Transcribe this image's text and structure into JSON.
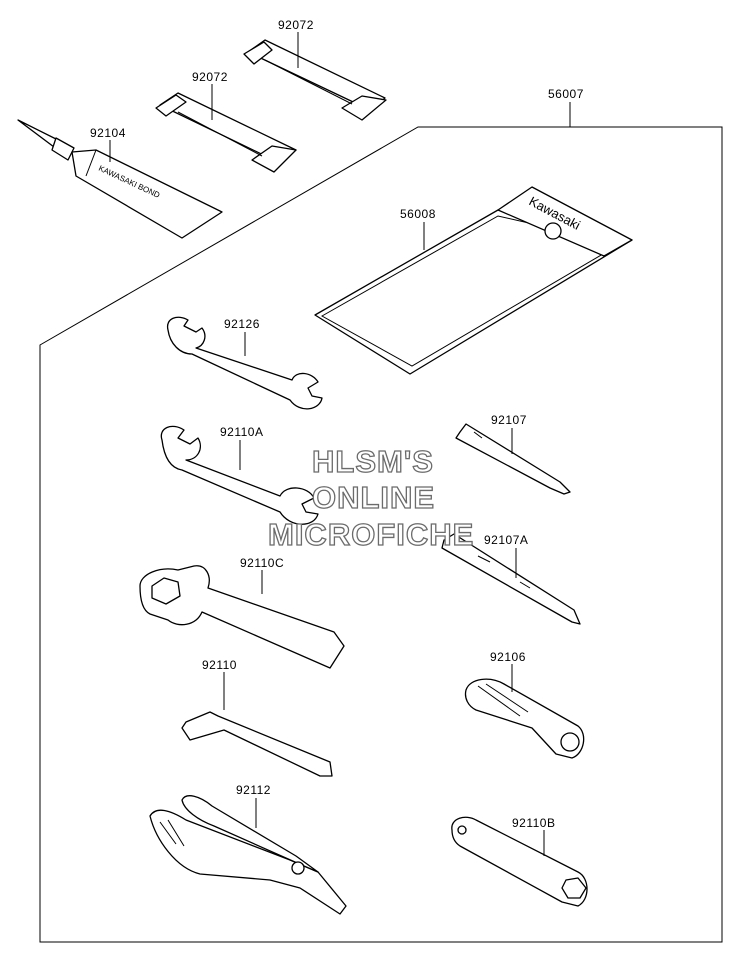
{
  "parts": {
    "strap_upper": "92072",
    "strap_lower": "92072",
    "kit_outer": "56007",
    "bond": "92104",
    "bond_tube_text": "KAWASAKI\nBOND",
    "bag": "56008",
    "bag_brand": "Kawasaki",
    "wrench_a": "92126",
    "wrench_b": "92110A",
    "driver_a": "92107",
    "driver_b": "92107A",
    "box_wrench": "92110C",
    "hex_key": "92110",
    "handle": "92106",
    "pliers": "92112",
    "socket": "92110B"
  },
  "watermark": {
    "line1": "HLSM'S",
    "line2": "ONLINE",
    "line3": "MICROFICHE"
  }
}
